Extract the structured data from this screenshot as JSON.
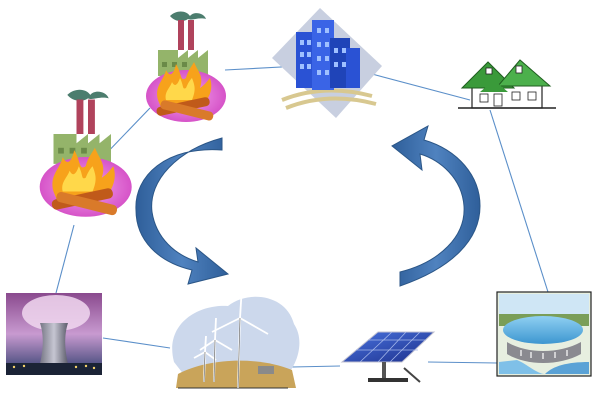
{
  "diagram": {
    "nodes": [
      {
        "id": "factory-fire-top",
        "icon": "factory-fire-icon"
      },
      {
        "id": "office-building",
        "icon": "office-building-icon"
      },
      {
        "id": "house",
        "icon": "house-icon"
      },
      {
        "id": "factory-fire-left",
        "icon": "factory-fire-icon"
      },
      {
        "id": "nuclear-plant",
        "icon": "nuclear-cooling-tower-icon"
      },
      {
        "id": "wind-farm",
        "icon": "wind-turbine-icon"
      },
      {
        "id": "solar-panel",
        "icon": "solar-panel-icon"
      },
      {
        "id": "hydro-dam",
        "icon": "hydro-dam-icon"
      }
    ],
    "cycle_arrows": [
      {
        "id": "left-arrow",
        "direction": "down"
      },
      {
        "id": "right-arrow",
        "direction": "up"
      }
    ],
    "colors": {
      "connector": "#5b8fc9",
      "arrow_fill": "#3f6fa8",
      "building_blue": "#2a52d4",
      "house_green": "#3a9a3a",
      "fire_orange": "#f38a1e",
      "glow_pink": "#e86fd4",
      "water": "#5fb7e8",
      "solar_panel": "#2446b8"
    }
  }
}
